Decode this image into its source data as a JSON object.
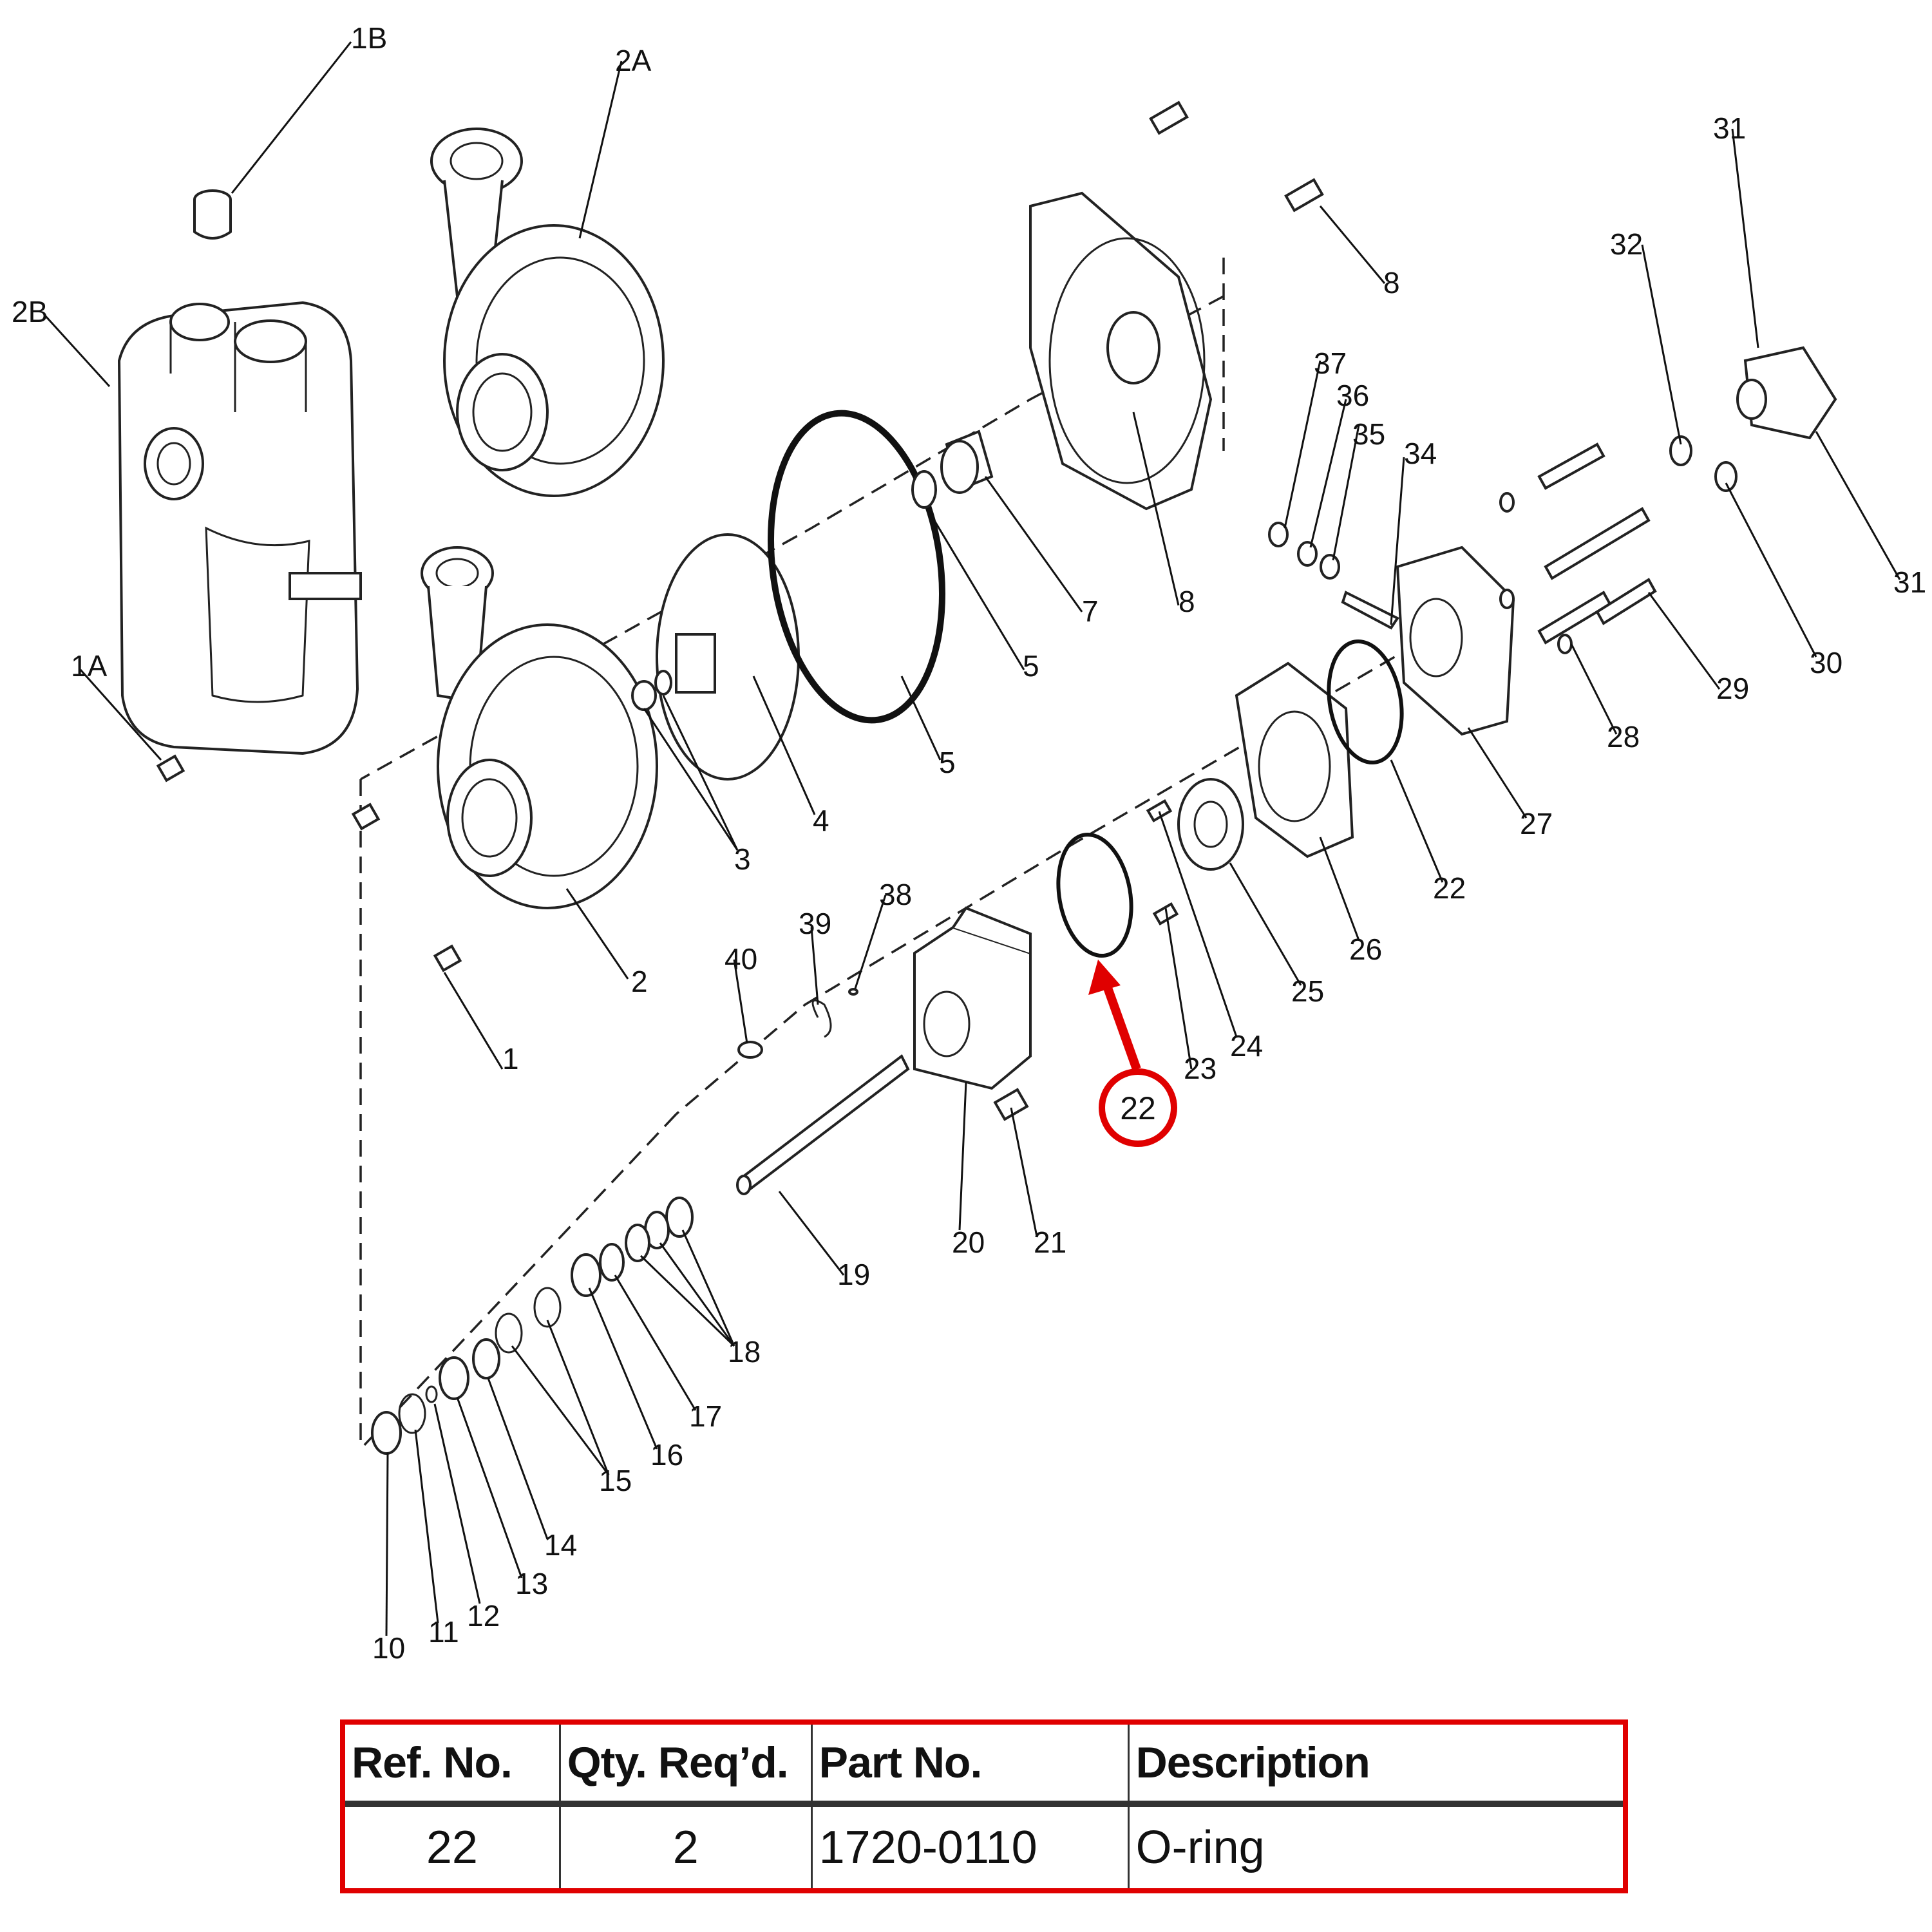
{
  "callouts": {
    "c1B": "1B",
    "c2A": "2A",
    "c2B": "2B",
    "c1A": "1A",
    "c2": "2",
    "c1": "1",
    "c3": "3",
    "c4": "4",
    "c5a": "5",
    "c5b": "5",
    "c7": "7",
    "c8a": "8",
    "c8b": "8",
    "c31a": "31",
    "c31b": "31",
    "c32": "32",
    "c37": "37",
    "c36": "36",
    "c35": "35",
    "c34": "34",
    "c29": "29",
    "c30": "30",
    "c28": "28",
    "c27": "27",
    "c22a": "22",
    "c22b": "22",
    "c26": "26",
    "c25": "25",
    "c24": "24",
    "c23": "23",
    "c38": "38",
    "c39": "39",
    "c40": "40",
    "c20": "20",
    "c21": "21",
    "c19": "19",
    "c18": "18",
    "c17": "17",
    "c16": "16",
    "c15": "15",
    "c14": "14",
    "c13": "13",
    "c12": "12",
    "c11": "11",
    "c10": "10"
  },
  "highlight": {
    "label": "22",
    "color": "#e00000"
  },
  "parts_table": {
    "headers": [
      "Ref. No.",
      "Qty. Req’d.",
      "Part No.",
      "Description"
    ],
    "row": {
      "ref_no": "22",
      "qty": "2",
      "part_no": "1720-0110",
      "description": "O-ring"
    },
    "border_color": "#e00000"
  }
}
